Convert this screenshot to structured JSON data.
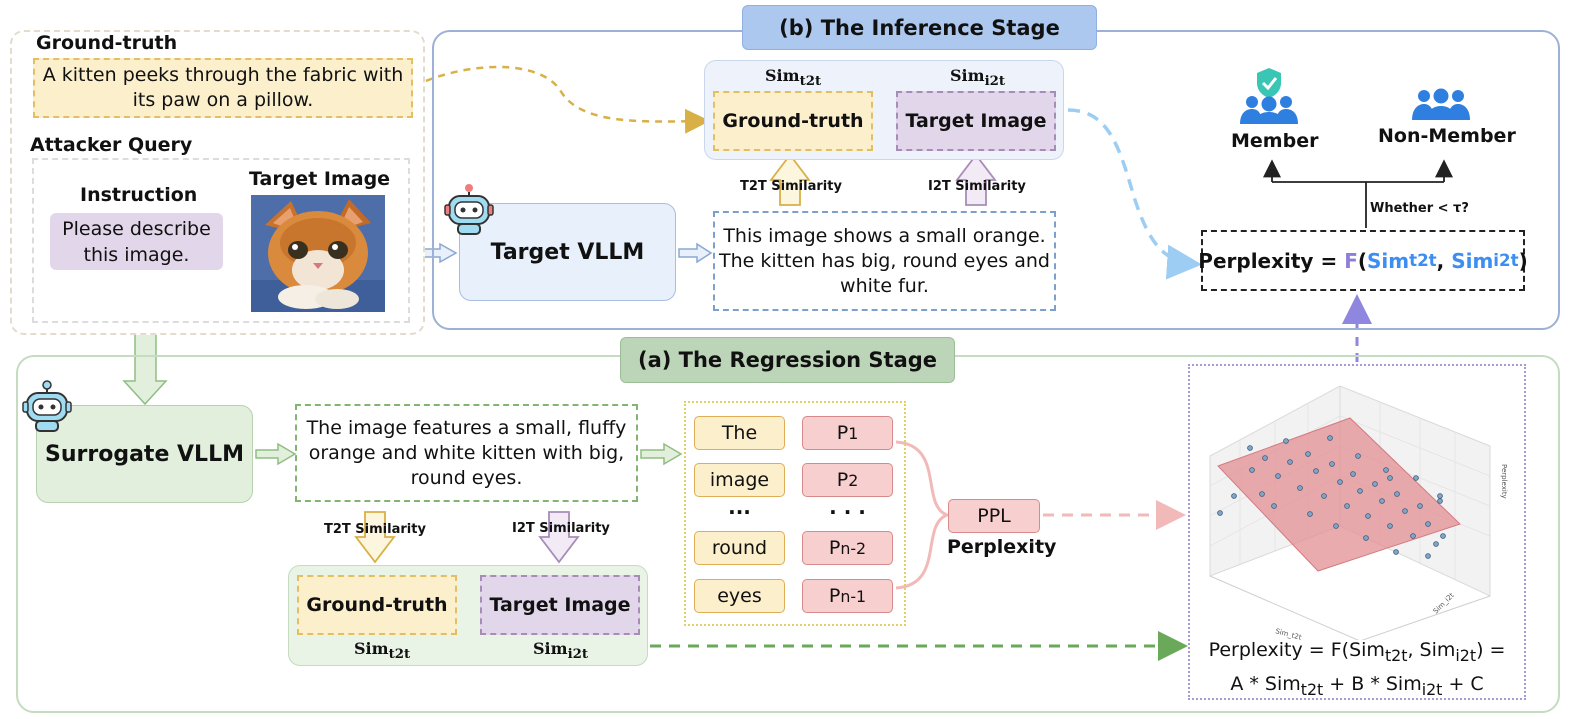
{
  "inference_stage": {
    "title": "(b) The Inference Stage",
    "target_model": "Target VLLM",
    "output_text": "This image shows a small orange. The kitten has big, round eyes and white fur.",
    "similarity_labels": {
      "t2t": "T2T Similarity",
      "i2t": "I2T Similarity"
    },
    "sim_boxes": {
      "ground_truth": "Ground-truth",
      "target_image": "Target Image",
      "sim_t2t": {
        "base": "Sim",
        "sub": "t2t"
      },
      "sim_i2t": {
        "base": "Sim",
        "sub": "i2t"
      }
    },
    "decision": {
      "member": "Member",
      "non_member": "Non-Member",
      "threshold_question": "Whether < τ?"
    },
    "perplexity_formula": {
      "lhs": "Perplexity",
      "eq": "=",
      "fn": "F",
      "arg1": "Sim",
      "arg1_sub": "t2t",
      "arg2": "Sim",
      "arg2_sub": "i2t"
    }
  },
  "inputs": {
    "ground_truth_heading": "Ground-truth",
    "ground_truth_caption": "A kitten peeks through the fabric with its paw on a pillow.",
    "attacker_query_heading": "Attacker Query",
    "instruction_heading": "Instruction",
    "instruction_text": "Please describe this image.",
    "target_image_heading": "Target Image"
  },
  "regression_stage": {
    "title": "(a) The Regression Stage",
    "surrogate_model": "Surrogate VLLM",
    "output_text": "The image features a small, fluffy orange and white kitten with big, round eyes.",
    "similarity_labels": {
      "t2t": "T2T Similarity",
      "i2t": "I2T Similarity"
    },
    "sim_boxes": {
      "ground_truth": "Ground-truth",
      "target_image": "Target Image",
      "sim_t2t": {
        "base": "Sim",
        "sub": "t2t"
      },
      "sim_i2t": {
        "base": "Sim",
        "sub": "i2t"
      }
    },
    "tokens": [
      {
        "word": "The",
        "prob": "P",
        "prob_sub": "1"
      },
      {
        "word": "image",
        "prob": "P",
        "prob_sub": "2"
      },
      {
        "word": "round",
        "prob": "P",
        "prob_sub": "n-2"
      },
      {
        "word": "eyes",
        "prob": "P",
        "prob_sub": "n-1"
      }
    ],
    "token_ellipsis": "···",
    "prob_ellipsis": "· · ·",
    "ppl_label": "PPL",
    "ppl_caption": "Perplexity",
    "plot": {
      "xlabel": "Sim_t2t",
      "ylabel": "Sim_i2t",
      "zlabel": "Perplexity"
    },
    "regression_formula": {
      "line1_prefix": "Perplexity = F(Sim",
      "s1": "t2t",
      "line1_mid": ", Sim",
      "s2": "i2t",
      "line1_suffix": ") =",
      "line2_a": "A * Sim",
      "s3": "t2t",
      "line2_b": " + B * Sim",
      "s4": "i2t",
      "line2_c": " + C"
    }
  },
  "colors": {
    "inference_border": "#9db0d6",
    "regression_border": "#c5dcc0",
    "ground_truth_fill": "#fcefcc",
    "target_image_fill": "#e2d7ea",
    "prob_fill": "#f7cfcf",
    "member_blue": "#2f7fe0",
    "shield_teal": "#39c6b5",
    "formula_blue": "#3c8ef0",
    "formula_purple": "#8f7dd8"
  },
  "icons": [
    "robot-icon-top",
    "robot-icon-bottom",
    "member-group-icon",
    "non-member-group-icon",
    "kitten-photo"
  ]
}
